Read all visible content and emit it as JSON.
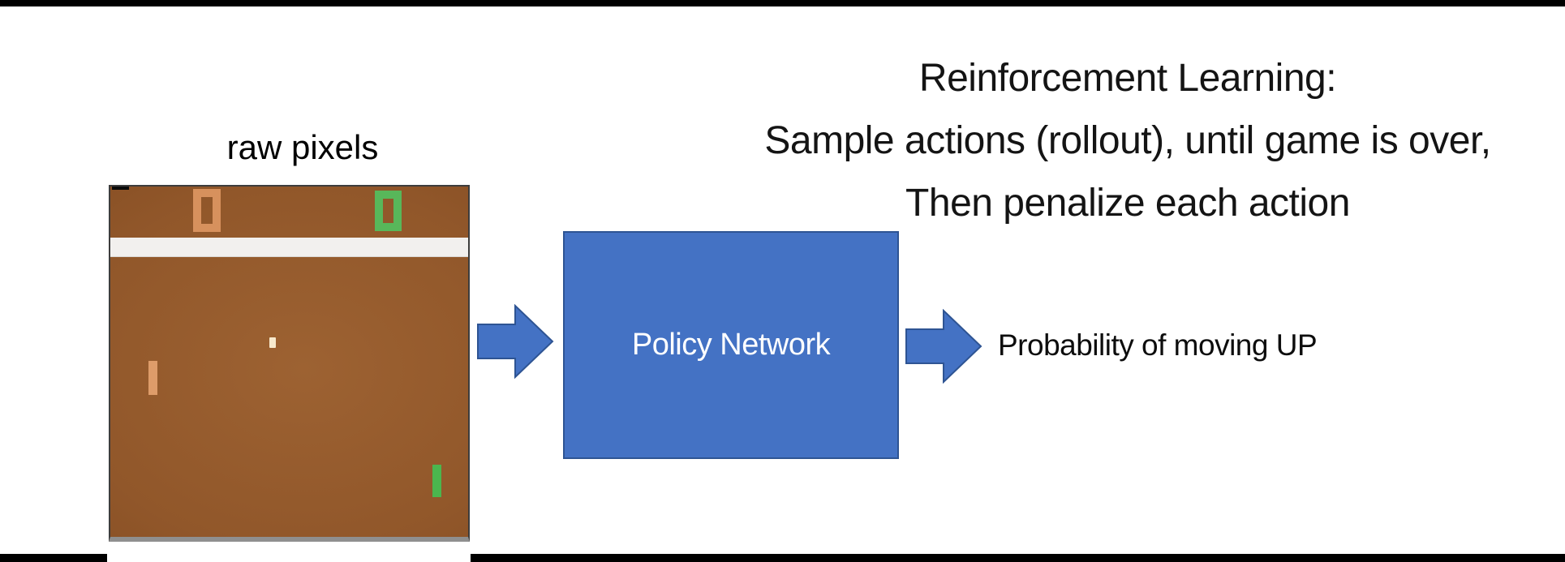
{
  "title": {
    "lines": [
      "Reinforcement Learning:",
      "Sample actions (rollout), until game is over,",
      "Then penalize each action"
    ]
  },
  "pong_panel": {
    "caption": "raw pixels",
    "game": {
      "left_score": "0",
      "right_score": "0",
      "left_score_color": "orange",
      "right_score_color": "green",
      "elements": [
        "score-left",
        "score-right",
        "divider-band",
        "ball",
        "paddle-left",
        "paddle-right"
      ]
    }
  },
  "pipeline": {
    "policy_network_label": "Policy Network",
    "output_label": "Probability of moving UP",
    "arrows": [
      "input-arrow",
      "output-arrow"
    ]
  },
  "colors": {
    "accent-blue": "#4472c4",
    "accent-blue-border": "#2e5493",
    "field-brown": "#91572a",
    "field-brown-light": "#9d6232",
    "field-brown-dark": "#7f481f",
    "score-orange": "#d7915d",
    "score-green": "#58b75a",
    "paddle-orange": "#de9c6a",
    "paddle-green": "#4bb64e",
    "ball-cream": "#f7e9cd",
    "band-white": "#f2f0ee",
    "bar-black": "#000000",
    "ink-black": "#111111"
  }
}
